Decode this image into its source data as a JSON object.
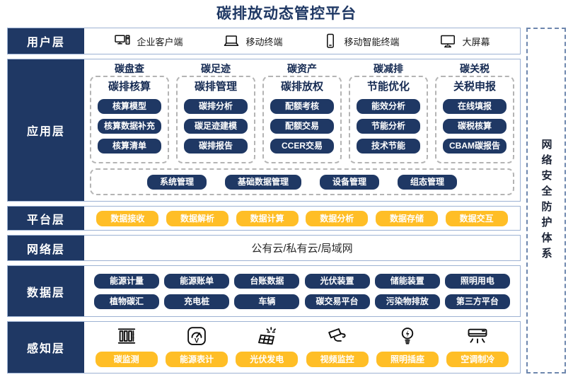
{
  "title": "碳排放动态管控平台",
  "security": {
    "label": "网络安全防护体系"
  },
  "layers": {
    "user": {
      "label": "用户层",
      "items": [
        {
          "icon": "desktop-client-icon",
          "label": "企业客户端"
        },
        {
          "icon": "laptop-icon",
          "label": "移动终端"
        },
        {
          "icon": "smartphone-icon",
          "label": "移动智能终端"
        },
        {
          "icon": "big-screen-icon",
          "label": "大屏幕"
        }
      ]
    },
    "application": {
      "label": "应用层",
      "columns": [
        {
          "title": "碳盘查",
          "heading": "碳排核算",
          "items": [
            "核算模型",
            "核算数据补充",
            "核算清单"
          ]
        },
        {
          "title": "碳足迹",
          "heading": "碳排管理",
          "items": [
            "碳排分析",
            "碳足迹建模",
            "碳排报告"
          ]
        },
        {
          "title": "碳资产",
          "heading": "碳排放权",
          "items": [
            "配额考核",
            "配额交易",
            "CCER交易"
          ]
        },
        {
          "title": "碳减排",
          "heading": "节能优化",
          "items": [
            "能效分析",
            "节能分析",
            "技术节能"
          ]
        },
        {
          "title": "碳关税",
          "heading": "关税申报",
          "items": [
            "在线填报",
            "碳税核算",
            "CBAM碳报告"
          ]
        }
      ],
      "management_row": [
        "系统管理",
        "基础数据管理",
        "设备管理",
        "组态管理"
      ]
    },
    "platform": {
      "label": "平台层",
      "items": [
        "数据接收",
        "数据解析",
        "数据计算",
        "数据分析",
        "数据存储",
        "数据交互"
      ]
    },
    "network": {
      "label": "网络层",
      "content": "公有云/私有云/局域网"
    },
    "data": {
      "label": "数据层",
      "rows": [
        [
          "能源计量",
          "能源账单",
          "台账数据",
          "光伏装置",
          "储能装置",
          "照明用电"
        ],
        [
          "植物碳汇",
          "充电桩",
          "车辆",
          "碳交易平台",
          "污染物排放",
          "第三方平台"
        ]
      ]
    },
    "perception": {
      "label": "感知层",
      "items": [
        {
          "icon": "carbon-monitor-icon",
          "label": "碳监测"
        },
        {
          "icon": "energy-meter-icon",
          "label": "能源表计"
        },
        {
          "icon": "solar-panel-icon",
          "label": "光伏发电"
        },
        {
          "icon": "cctv-camera-icon",
          "label": "视频监控"
        },
        {
          "icon": "light-bulb-icon",
          "label": "照明插座"
        },
        {
          "icon": "air-conditioner-icon",
          "label": "空调制冷"
        }
      ]
    }
  },
  "colors": {
    "navy": "#1F3864",
    "orange": "#FFBE26",
    "band_border": "#9DB2D3"
  }
}
